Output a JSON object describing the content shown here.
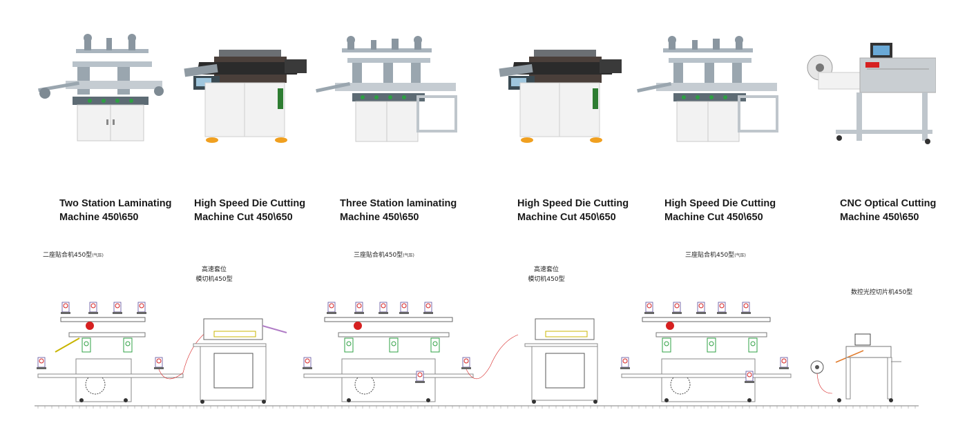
{
  "machines": [
    {
      "line1": "Two Station Laminating",
      "line2": "Machine 450\\650"
    },
    {
      "line1": "High Speed Die Cutting",
      "line2": "Machine Cut 450\\650"
    },
    {
      "line1": "Three Station laminating",
      "line2": "Machine 450\\650"
    },
    {
      "line1": "High Speed Die Cutting",
      "line2": "Machine Cut 450\\650"
    },
    {
      "line1": "High Speed Die Cutting",
      "line2": "Machine Cut 450\\650"
    },
    {
      "line1": "CNC Optical Cutting",
      "line2": "Machine 450\\650"
    }
  ],
  "diagram_labels": {
    "two_station": "二座貼合机450型",
    "two_station_note": "(气压)",
    "three_station_a": "三座貼合机450型",
    "three_station_a_note": "(气压)",
    "three_station_b": "三座貼合机450型",
    "three_station_b_note": "(气压)",
    "diecut_a_line1": "高速套位",
    "diecut_a_line2": "模切机450型",
    "diecut_b_line1": "高速套位",
    "diecut_b_line2": "模切机450型",
    "cnc": "数控光控切片机450型"
  },
  "colors": {
    "machine_frame": "#d9d9d9",
    "cabinet": "#f2f2f2",
    "panel": "#3a4a52",
    "accent_red": "#d62020",
    "accent_green": "#2ea043",
    "accent_orange": "#f0a020"
  }
}
